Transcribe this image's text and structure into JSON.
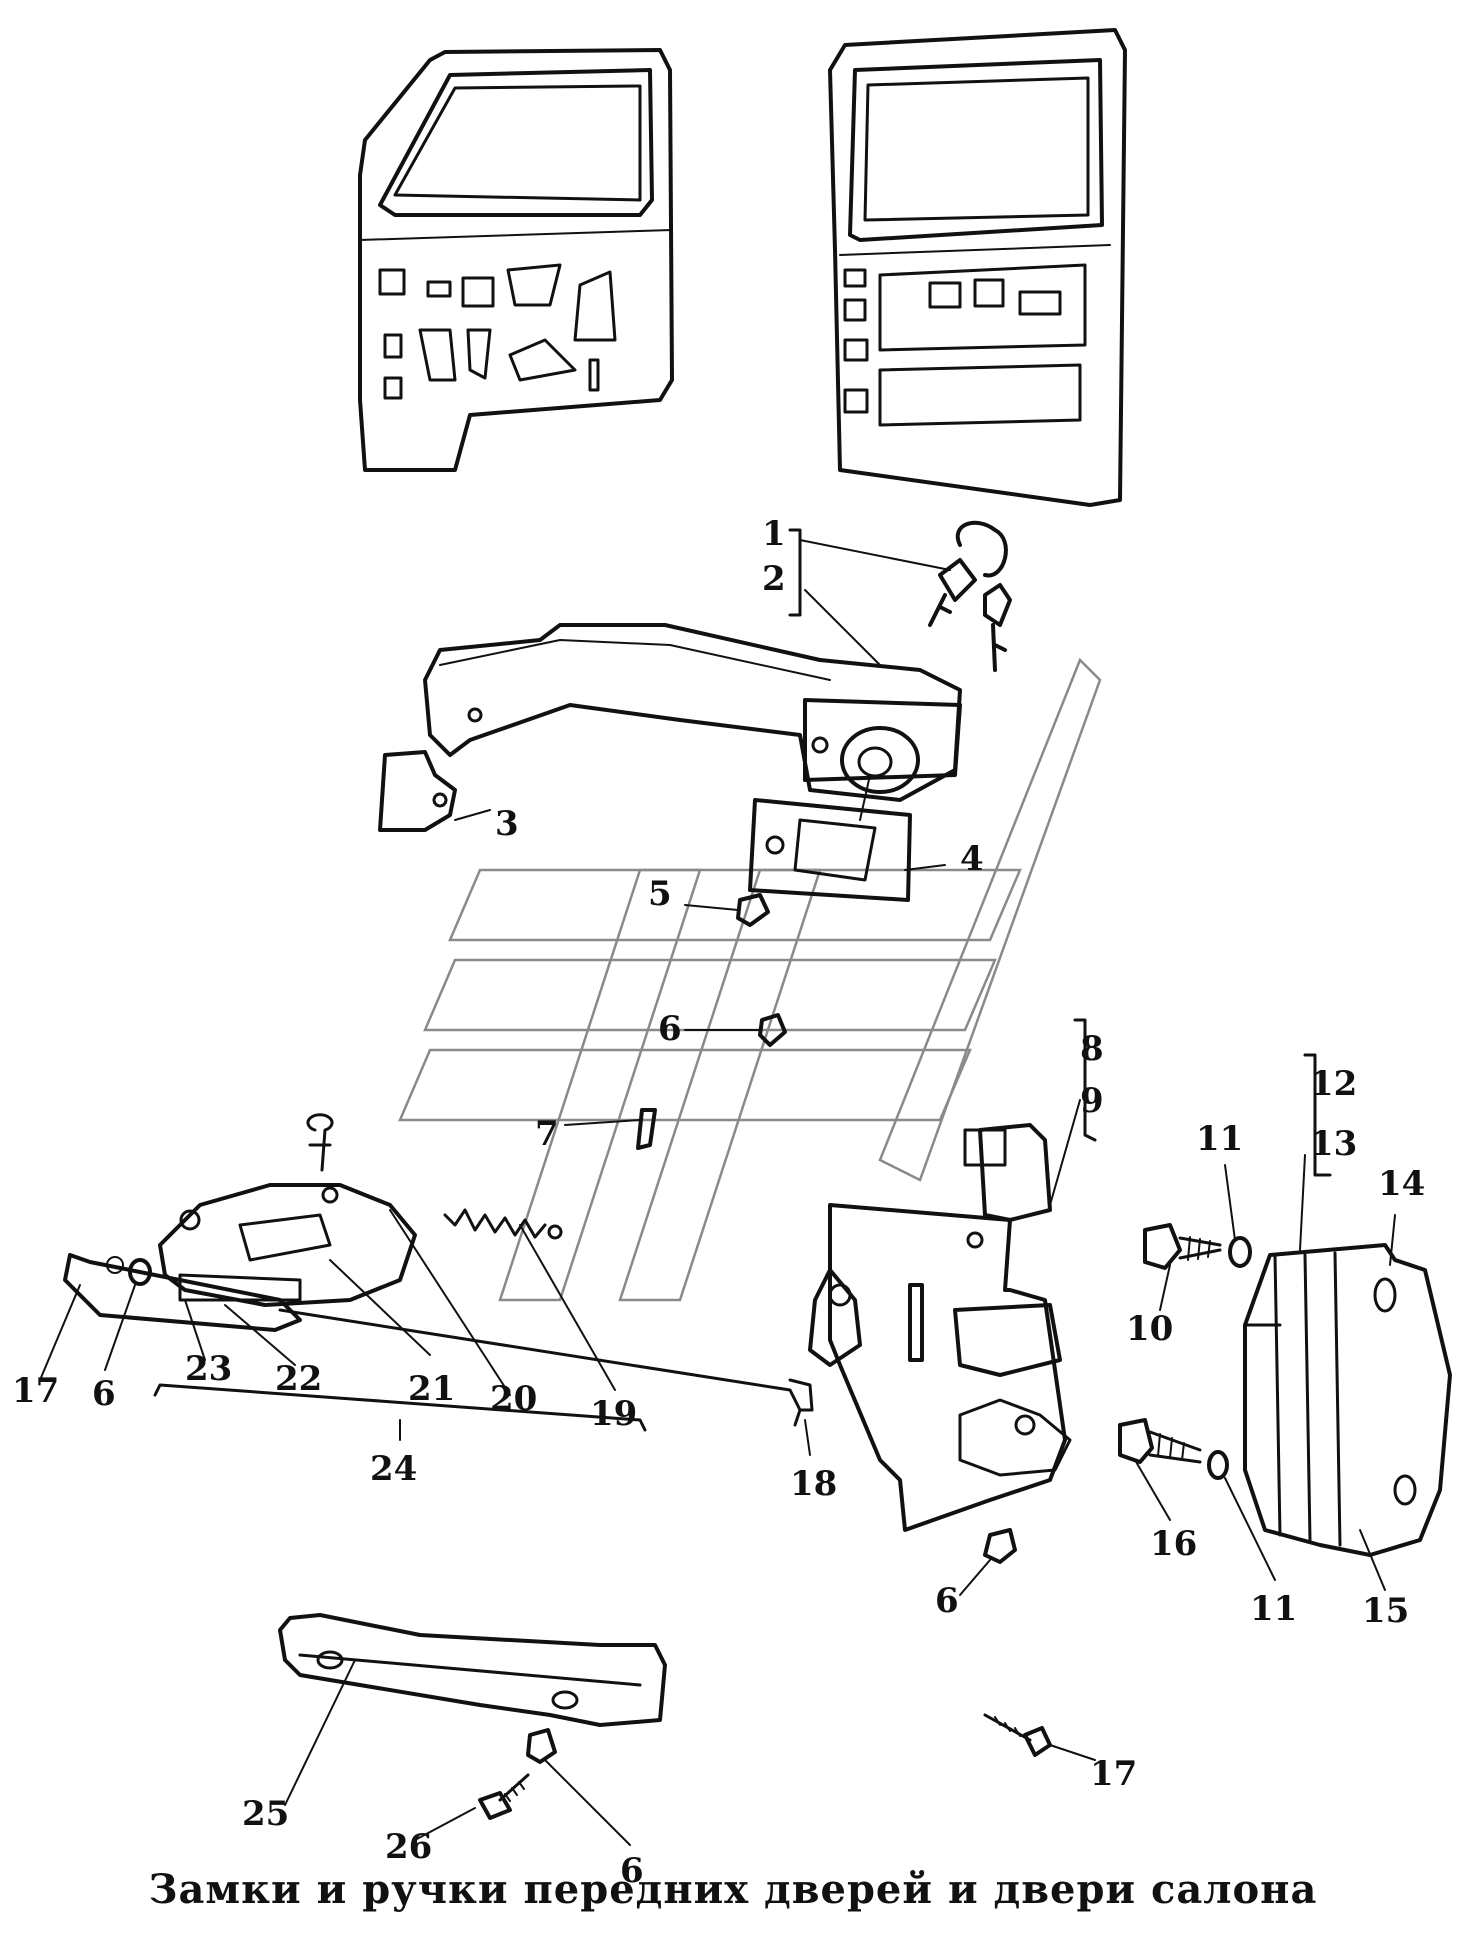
{
  "caption": "Замки и ручки передних дверей и двери салона",
  "logo": "watermark-logo",
  "callouts": [
    "1",
    "2",
    "3",
    "4",
    "5",
    "6",
    "6",
    "7",
    "8",
    "9",
    "10",
    "11",
    "11",
    "12",
    "13",
    "14",
    "15",
    "16",
    "17",
    "17",
    "18",
    "19",
    "20",
    "21",
    "22",
    "23",
    "24",
    "25",
    "26",
    "6",
    "6"
  ]
}
